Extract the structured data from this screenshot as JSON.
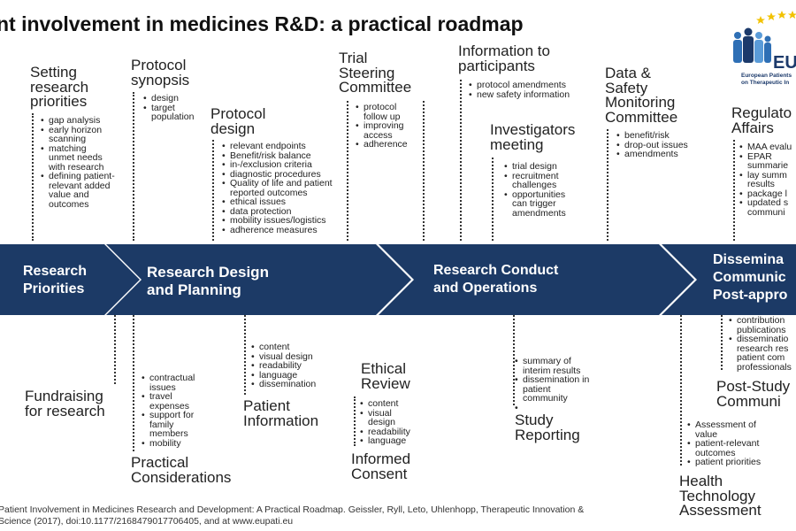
{
  "title": "nt involvement in medicines R&D: a practical roadmap",
  "phases": [
    {
      "label": "Research\nPriorities"
    },
    {
      "label": "Research Design\nand Planning"
    },
    {
      "label": "Research Conduct\nand Operations"
    },
    {
      "label": "Dissemina\nCommunic\nPost-appro"
    }
  ],
  "above": [
    {
      "heading": "Setting\nresearch\npriorities",
      "items": [
        "gap analysis",
        "early horizon\nscanning",
        "matching\nunmet needs\nwith research",
        "defining patient-\nrelevant added\nvalue and\noutcomes"
      ]
    },
    {
      "heading": "Protocol\nsynopsis",
      "items": [
        "design",
        "target\npopulation"
      ]
    },
    {
      "heading": "Protocol\ndesign",
      "items": [
        "relevant endpoints",
        "Benefit/risk balance",
        "in-/exclusion criteria",
        "diagnostic procedures",
        "Quality of life and patient\nreported outcomes",
        "ethical issues",
        "data protection",
        "mobility issues/logistics",
        "adherence measures"
      ]
    },
    {
      "heading": "Trial\nSteering\nCommittee",
      "items": [
        "protocol\nfollow up",
        "improving\naccess",
        "adherence"
      ]
    },
    {
      "heading": "Information to\nparticipants",
      "items": [
        "protocol amendments",
        "new safety information"
      ]
    },
    {
      "heading": "Investigators\nmeeting",
      "items": [
        "trial design",
        "recruitment\nchallenges",
        "opportunities\ncan trigger\namendments"
      ]
    },
    {
      "heading": "Data &\nSafety\nMonitoring\nCommittee",
      "items": [
        "benefit/risk",
        "drop-out issues",
        "amendments"
      ]
    },
    {
      "heading": "Regulato\nAffairs",
      "items": [
        "MAA evalu",
        "EPAR\nsummarie",
        "lay summ\nresults",
        "package l",
        "updated s\ncommuni"
      ]
    }
  ],
  "below": [
    {
      "heading": "Fundraising\nfor research",
      "items": []
    },
    {
      "heading": "Practical\nConsiderations",
      "items": [
        "contractual\nissues",
        "travel\nexpenses",
        "support for\nfamily\nmembers",
        "mobility"
      ]
    },
    {
      "heading": "Patient\nInformation",
      "items": [
        "content",
        "visual design",
        "readability",
        "language",
        "dissemination"
      ]
    },
    {
      "heading": "Ethical\nReview",
      "items": [
        "content",
        "visual\ndesign",
        "readability",
        "language"
      ]
    },
    {
      "heading": "Informed\nConsent",
      "items": []
    },
    {
      "heading": "Study\nReporting",
      "items": [
        "summary of\ninterim results",
        "dissemination in\npatient\ncommunity"
      ]
    },
    {
      "heading": "Health\nTechnology\nAssessment",
      "items": [
        "Assessment of\nvalue",
        "patient-relevant\noutcomes",
        "patient priorities"
      ]
    },
    {
      "heading": "Post-Study\nCommuni",
      "items": [
        "contribution\npublications",
        "disseminatio\nresearch res\npatient com\nprofessionals"
      ]
    }
  ],
  "footer": "Patient Involvement in Medicines Research and Development: A Practical Roadmap. Geissler, Ryll, Leto, Uhlenhopp, Therapeutic Innovation &\nScience (2017), doi:10.1177/2168479017706405, and at www.eupati.eu",
  "logo": {
    "text": "EU",
    "subtitle": "European Patients\non Therapeutic In"
  },
  "colors": {
    "band": "#1c3a66",
    "stars": "#f2c200"
  }
}
